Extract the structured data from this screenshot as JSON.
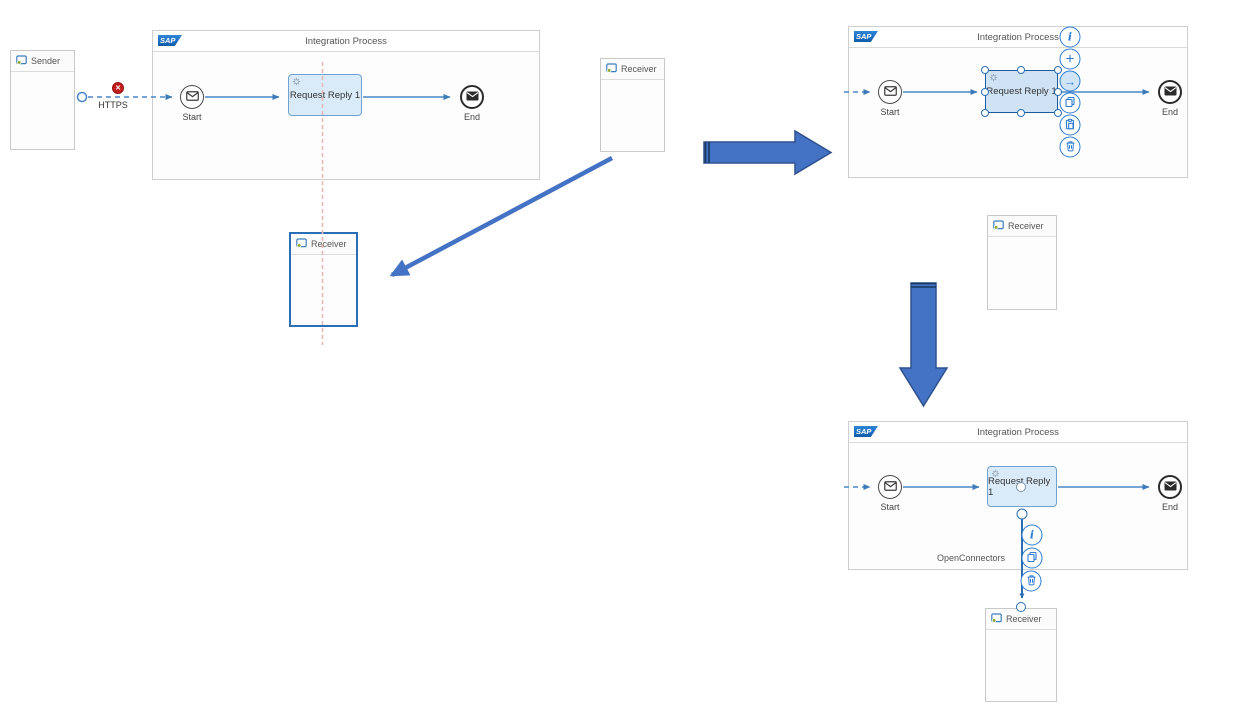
{
  "labels": {
    "sap_logo": "SAP",
    "integration_process": "Integration Process",
    "sender": "Sender",
    "receiver": "Receiver",
    "start": "Start",
    "end": "End",
    "request_reply": "Request Reply 1",
    "https": "HTTPS",
    "open_connectors": "OpenConnectors"
  },
  "icons": {
    "info_glyph": "i",
    "add_glyph": "+",
    "connect_glyph": "→",
    "error_glyph": "✕"
  },
  "context_menu_selected_step": [
    "info",
    "add",
    "connect",
    "copy",
    "paste",
    "delete"
  ],
  "context_menu_connection": [
    "info",
    "copy",
    "delete"
  ],
  "colors": {
    "connector_blue": "#4a86c8",
    "block_arrow_fill": "#4472c4",
    "block_arrow_border": "#2f528f",
    "step_fill": "#d9eaf8",
    "step_border": "#71a1d1",
    "selection_blue": "#2a6fb5",
    "error_red": "#c21d1d",
    "guide_red": "#e9b6b6",
    "button_blue": "#2b7cd3"
  }
}
